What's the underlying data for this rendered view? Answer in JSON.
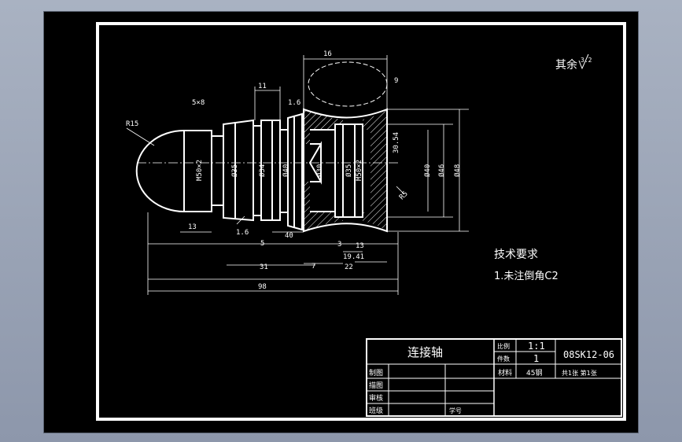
{
  "colors": {
    "background": "#000000",
    "lines": "#ffffff",
    "frame": "#8d97ab"
  },
  "drawing": {
    "roughness_note": "其余",
    "roughness_value": "3.2",
    "tech_req_title": "技术要求",
    "tech_req_item": "1.未注倒角C2"
  },
  "dims": {
    "d_16": "16",
    "d_9": "9",
    "d_11": "11",
    "d_5x8": "5×8",
    "d_1_6_top": "1.6",
    "d_r15": "R15",
    "d_m50_left": "M50×2",
    "d_phi35": "Ø35",
    "d_phi34": "Ø34",
    "d_phi40": "Ø40",
    "d_phi30": "Ø30",
    "d_phi35b": "Ø35",
    "d_m50_right": "M50×2",
    "d_30_54": "30.54",
    "d_phi40_r": "Ø40",
    "d_phi46": "Ø46",
    "d_phi48": "Ø48",
    "d_r5": "R5",
    "d_13_left": "13",
    "d_1_6_bot": "1.6",
    "d_40": "40",
    "d_5": "5",
    "d_3": "3",
    "d_13_right": "13",
    "d_19_41": "19.41",
    "d_31": "31",
    "d_7": "7",
    "d_22": "22",
    "d_overall": "98"
  },
  "title_block": {
    "part_name": "连接轴",
    "scale_label": "比例",
    "scale_value": "1:1",
    "qty_label": "件数",
    "qty_value": "1",
    "drawing_no": "08SK12-06",
    "material_label": "材料",
    "material_value": "45钢",
    "sheet_info": "共1张 第1张",
    "row_draw": "制图",
    "row_drafter": "描图",
    "row_review": "审核",
    "row_class": "班级",
    "row_student_no": "学号"
  }
}
